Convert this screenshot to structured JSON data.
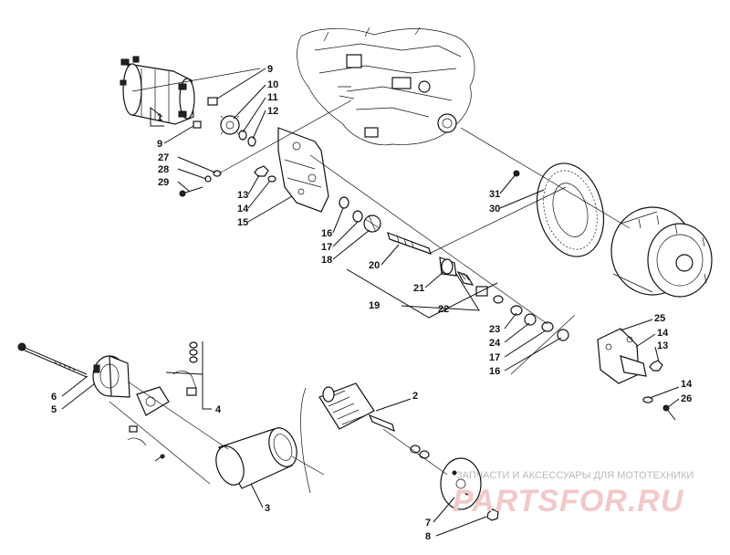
{
  "callouts": [
    {
      "id": "9a",
      "text": "9"
    },
    {
      "id": "10",
      "text": "10"
    },
    {
      "id": "11",
      "text": "11"
    },
    {
      "id": "12",
      "text": "12"
    },
    {
      "id": "1",
      "text": "1"
    },
    {
      "id": "9b",
      "text": "9"
    },
    {
      "id": "27",
      "text": "27"
    },
    {
      "id": "28",
      "text": "28"
    },
    {
      "id": "29",
      "text": "29"
    },
    {
      "id": "13a",
      "text": "13"
    },
    {
      "id": "14a",
      "text": "14"
    },
    {
      "id": "15",
      "text": "15"
    },
    {
      "id": "16a",
      "text": "16"
    },
    {
      "id": "17a",
      "text": "17"
    },
    {
      "id": "18",
      "text": "18"
    },
    {
      "id": "20",
      "text": "20"
    },
    {
      "id": "21",
      "text": "21"
    },
    {
      "id": "19",
      "text": "19"
    },
    {
      "id": "22",
      "text": "22"
    },
    {
      "id": "31",
      "text": "31"
    },
    {
      "id": "30",
      "text": "30"
    },
    {
      "id": "23",
      "text": "23"
    },
    {
      "id": "24",
      "text": "24"
    },
    {
      "id": "17b",
      "text": "17"
    },
    {
      "id": "16b",
      "text": "16"
    },
    {
      "id": "25",
      "text": "25"
    },
    {
      "id": "14b",
      "text": "14"
    },
    {
      "id": "13b",
      "text": "13"
    },
    {
      "id": "14c",
      "text": "14"
    },
    {
      "id": "26",
      "text": "26"
    },
    {
      "id": "6",
      "text": "6"
    },
    {
      "id": "5",
      "text": "5"
    },
    {
      "id": "4",
      "text": "4"
    },
    {
      "id": "2",
      "text": "2"
    },
    {
      "id": "3",
      "text": "3"
    },
    {
      "id": "7",
      "text": "7"
    },
    {
      "id": "8",
      "text": "8"
    }
  ],
  "watermark": {
    "caption": "ЗАПЧАСТИ И АКСЕССУАРЫ ДЛЯ МОТОТЕХНИКИ",
    "logo": "PARTSFOR.RU"
  }
}
